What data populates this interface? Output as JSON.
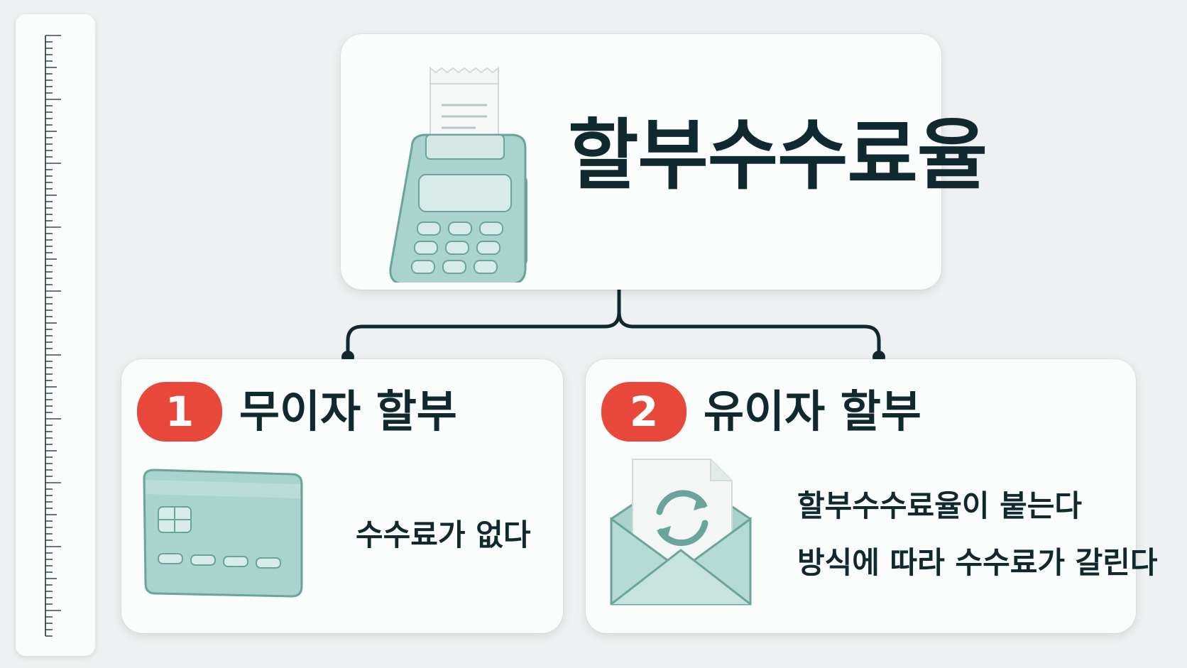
{
  "header": {
    "title": "할부수수료율"
  },
  "options": [
    {
      "number": "1",
      "title": "무이자 할부",
      "descriptions": [
        "수수료가 없다"
      ],
      "icon": "credit-card-icon"
    },
    {
      "number": "2",
      "title": "유이자 할부",
      "descriptions": [
        "할부수수료율이 붙는다",
        "방식에 따라 수수료가 갈린다"
      ],
      "icon": "envelope-refresh-document-icon"
    }
  ],
  "icons": {
    "header": "card-payment-terminal-icon",
    "side": "ruler-icon"
  },
  "colors": {
    "background": "#eef0f1",
    "card": "#fbfcfc",
    "text": "#10292e",
    "badge": "#e8473c",
    "icon_fill": "#a9d3cc",
    "connector": "#10292e"
  }
}
